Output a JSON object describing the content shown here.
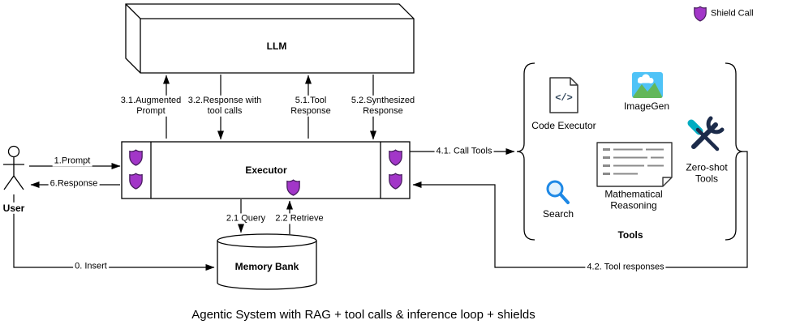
{
  "title": "Agentic System with RAG + tool calls & inference loop + shields",
  "legend": {
    "shield": "Shield Call"
  },
  "nodes": {
    "llm": "LLM",
    "executor": "Executor",
    "user": "User",
    "memory": "Memory Bank",
    "tools_group": "Tools"
  },
  "tools": {
    "code": "Code Executor",
    "imagegen": "ImageGen",
    "search": "Search",
    "math": "Mathematical Reasoning",
    "zeroshot": "Zero-shot Tools"
  },
  "icons": {
    "code_glyph": "</>",
    "shield": "shield-icon",
    "search": "magnifier-icon",
    "imagegen": "picture-icon",
    "math": "formula-document-icon",
    "zeroshot": "crossed-tools-icon"
  },
  "edges": {
    "prompt": "1.Prompt",
    "response": "6.Response",
    "augmented_prompt": "3.1.Augmented Prompt",
    "response_with_tool_calls": "3.2.Response with tool calls",
    "tool_response": "5.1.Tool Response",
    "synthesized_response": "5.2.Synthesized Response",
    "query": "2.1 Query",
    "retrieve": "2.2 Retrieve",
    "insert": "0. Insert",
    "call_tools": "4.1. Call Tools",
    "tool_responses": "4.2. Tool responses"
  },
  "colors": {
    "shield_fill": "#A236C8",
    "shield_stroke": "#471D5E",
    "search_blue": "#1E88E5",
    "sky": "#4FC3F7",
    "hill": "#63B75A",
    "tool_dark": "#1C2B4A",
    "tool_teal": "#00ACC1",
    "ink": "#000000"
  }
}
